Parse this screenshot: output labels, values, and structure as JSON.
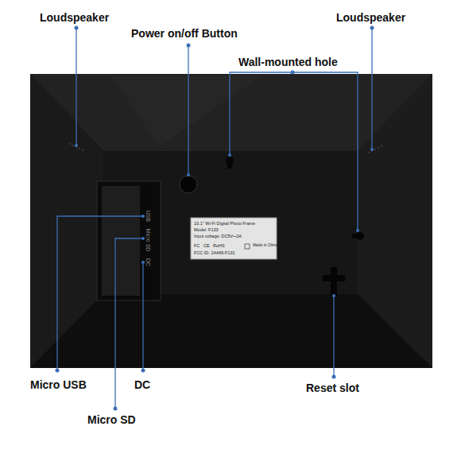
{
  "diagram": {
    "labels": [
      "Loudspeaker",
      "Power on/off Button",
      "Loudspeaker",
      "Wall-mounted hole",
      "Micro USB",
      "DC",
      "Micro SD",
      "Reset slot",
      "10.1\" Wi-Fi Digital Photo Frame",
      "Model: F133",
      "Input voltage: DC5V⎓2A",
      "FC",
      "CE",
      "RoHS",
      "Made in China",
      "FCC ID: 2A466-F131",
      "USB",
      "Micro SD",
      "DC"
    ]
  }
}
